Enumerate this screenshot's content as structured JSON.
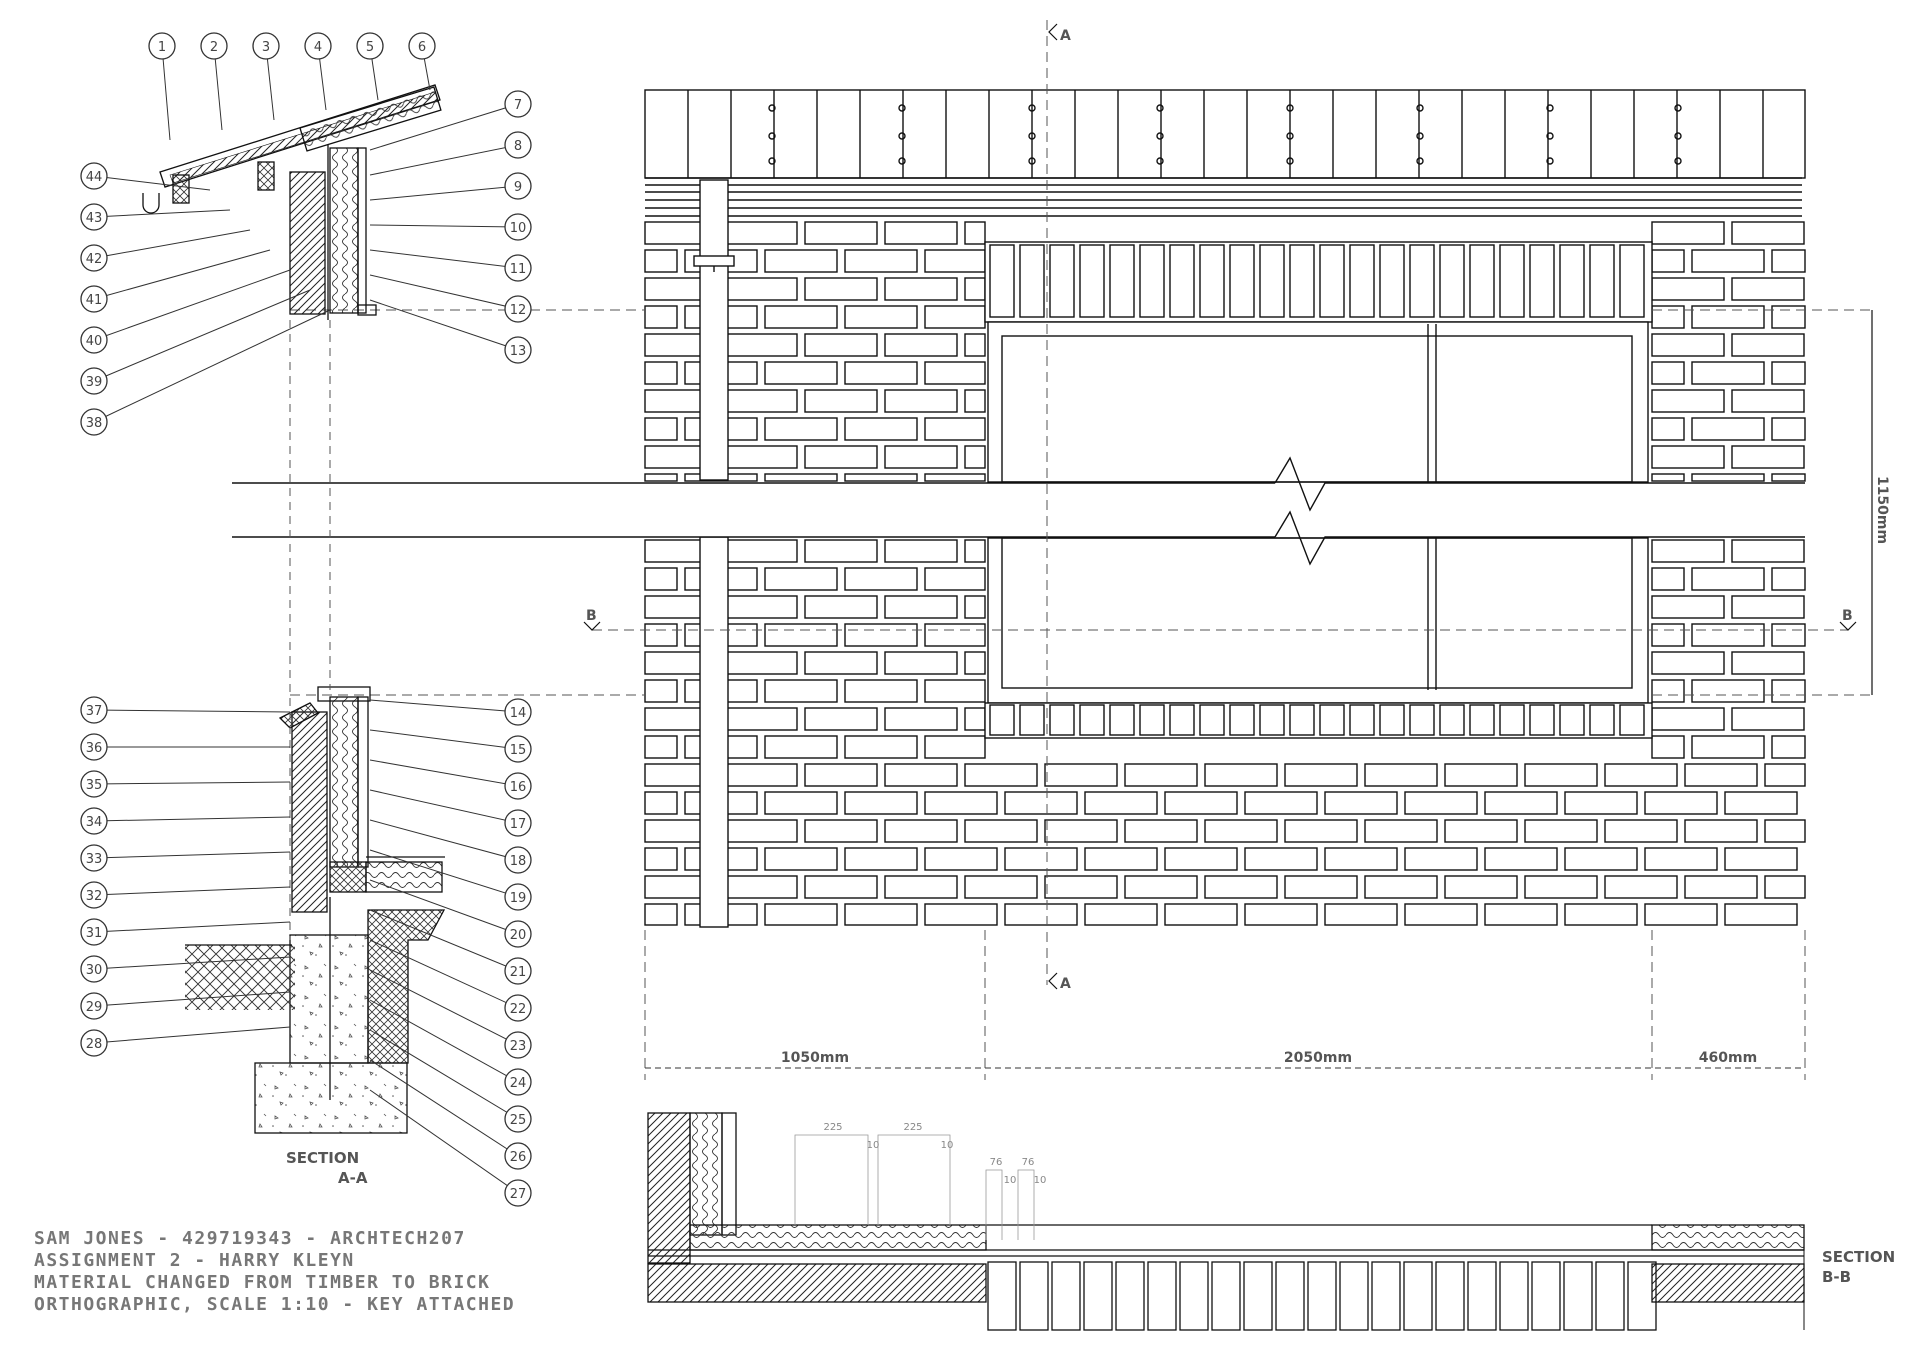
{
  "title_block": [
    "SAM JONES - 429719343 - ARCHTECH207",
    "ASSIGNMENT 2 - HARRY KLEYN",
    "MATERIAL CHANGED FROM TIMBER TO BRICK",
    "ORTHOGRAPHIC, SCALE 1:10 - KEY ATTACHED"
  ],
  "section_a": {
    "title": "SECTION",
    "mark": "A-A"
  },
  "section_b": {
    "title": "SECTION",
    "mark": "B-B"
  },
  "cut_marks": {
    "a": "A",
    "b": "B"
  },
  "callouts_top": [
    "1",
    "2",
    "3",
    "4",
    "5",
    "6"
  ],
  "callouts_right_upper": [
    "7",
    "8",
    "9",
    "10",
    "11",
    "12",
    "13"
  ],
  "callouts_left_upper": [
    "44",
    "43",
    "42",
    "41",
    "40",
    "39",
    "38"
  ],
  "callouts_left_lower": [
    "37",
    "36",
    "35",
    "34",
    "33",
    "32",
    "31",
    "30",
    "29",
    "28"
  ],
  "callouts_right_lower": [
    "14",
    "15",
    "16",
    "17",
    "18",
    "19",
    "20",
    "21",
    "22",
    "23",
    "24",
    "25",
    "26",
    "27"
  ],
  "dimensions": {
    "height": "1150mm",
    "widths": [
      "1050mm",
      "2050mm",
      "460mm"
    ],
    "brick_a": "225",
    "brick_b": "225",
    "joint_a": "10",
    "joint_b": "10",
    "mullion_a": "76",
    "mullion_b": "76",
    "gap_a": "10",
    "gap_b": "10"
  }
}
